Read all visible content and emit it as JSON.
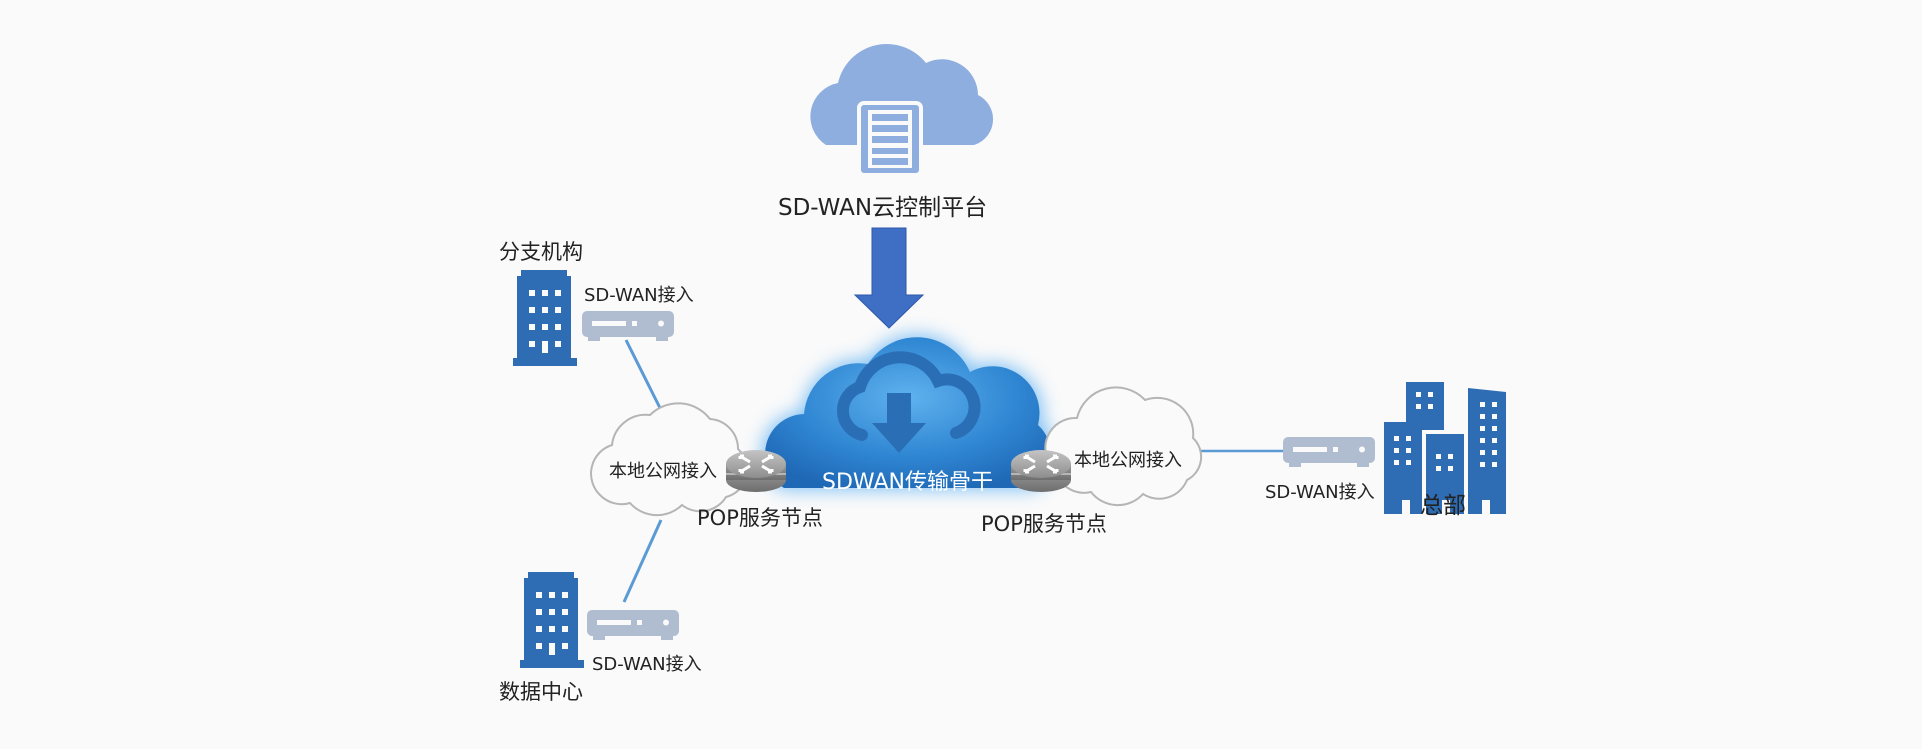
{
  "diagram": {
    "title": "SD-WAN 组网架构",
    "colors": {
      "background": "#fafafa",
      "building": "#2e6db4",
      "cpe": "#b0bccf",
      "link": "#5b9bd5",
      "cloud_platform": "#8eaee0",
      "arrow": "#3f6fc4",
      "backbone": "#3a8fd8",
      "internet_cloud_stroke": "#b5b5b5",
      "router": "#9a9a9a"
    },
    "nodes": {
      "controller": {
        "label": "SD-WAN云控制平台",
        "icon": "cloud-server-icon"
      },
      "backbone": {
        "label": "SDWAN传输骨干",
        "icon": "cloud-download-icon"
      },
      "pop_left": {
        "label": "POP服务节点",
        "icon": "router-icon"
      },
      "pop_right": {
        "label": "POP服务节点",
        "icon": "router-icon"
      },
      "internet_left": {
        "label": "本地公网接入",
        "icon": "cloud-outline-icon"
      },
      "internet_right": {
        "label": "本地公网接入",
        "icon": "cloud-outline-icon"
      },
      "branch": {
        "label": "分支机构",
        "icon": "building-icon",
        "cpe_label": "SD-WAN接入"
      },
      "datacenter": {
        "label": "数据中心",
        "icon": "building-icon",
        "cpe_label": "SD-WAN接入"
      },
      "hq": {
        "label": "总部",
        "icon": "buildings-icon",
        "cpe_label": "SD-WAN接入"
      }
    },
    "edges": [
      {
        "from": "controller",
        "to": "backbone",
        "style": "arrow"
      },
      {
        "from": "branch",
        "to": "internet_left",
        "style": "line"
      },
      {
        "from": "datacenter",
        "to": "internet_left",
        "style": "line"
      },
      {
        "from": "internet_left",
        "to": "pop_left",
        "style": "adjacent"
      },
      {
        "from": "pop_left",
        "to": "backbone",
        "style": "adjacent"
      },
      {
        "from": "backbone",
        "to": "pop_right",
        "style": "adjacent"
      },
      {
        "from": "pop_right",
        "to": "internet_right",
        "style": "adjacent"
      },
      {
        "from": "internet_right",
        "to": "hq",
        "style": "line"
      }
    ]
  }
}
